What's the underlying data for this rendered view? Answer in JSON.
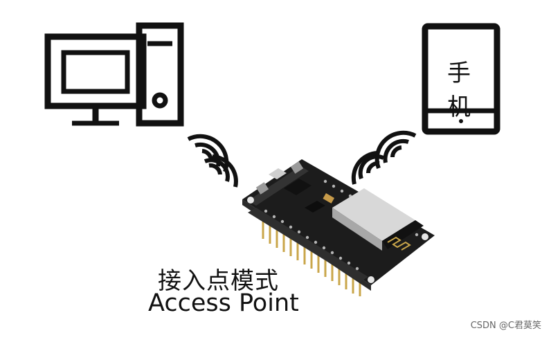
{
  "devices": {
    "computer_icon": "desktop-computer-icon",
    "phone_icon": "mobile-phone-icon",
    "phone_label": "手 机",
    "board_image": "esp8266-nodemcu-board"
  },
  "caption": {
    "mode_cn": "接入点模式",
    "mode_en": "Access Point"
  },
  "watermark": "CSDN @C君莫笑",
  "colors": {
    "icon": "#111111",
    "board": "#1c1c1c",
    "pins": "#c9a64a",
    "module": "#d8d8d8"
  }
}
